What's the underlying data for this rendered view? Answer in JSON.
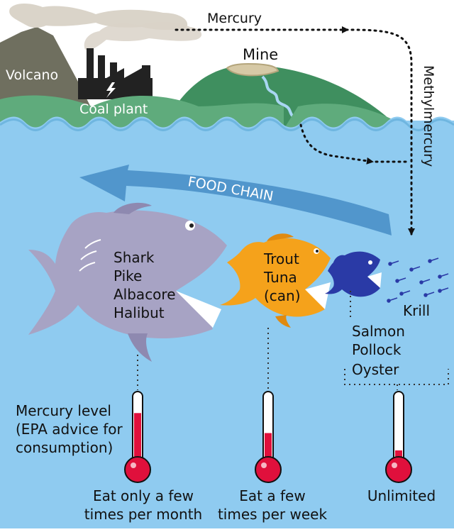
{
  "sources": {
    "volcano_label": "Volcano",
    "coal_plant_label": "Coal plant",
    "mine_label": "Mine"
  },
  "pathway": {
    "mercury_label": "Mercury",
    "methylmercury_label": "Methylmercury"
  },
  "food_chain_label": "FOOD CHAIN",
  "groups": [
    {
      "species": [
        "Shark",
        "Pike",
        "Albacore",
        "Halibut"
      ],
      "mercury_level": 0.72,
      "advice": [
        "Eat only a few",
        "times per month"
      ]
    },
    {
      "species": [
        "Trout",
        "Tuna",
        "(can)"
      ],
      "mercury_level": 0.42,
      "advice": [
        "Eat a few",
        "times per week"
      ]
    },
    {
      "species": [
        "Salmon",
        "Pollock",
        "Oyster"
      ],
      "mercury_level": 0.16,
      "advice": [
        "Unlimited"
      ]
    }
  ],
  "krill_label": "Krill",
  "legend": [
    "Mercury level",
    "(EPA advice for",
    "consumption)"
  ],
  "colors": {
    "sky": "#ffffff",
    "water": "#8fcbf0",
    "volcano": "#6f6f5f",
    "hill": "#3f8f5f",
    "arrow": "#4a90c8",
    "shark": "#a7a3c4",
    "tuna": "#f5a21b",
    "small_fish": "#2a3aa6",
    "mercury": "#e0103c"
  }
}
